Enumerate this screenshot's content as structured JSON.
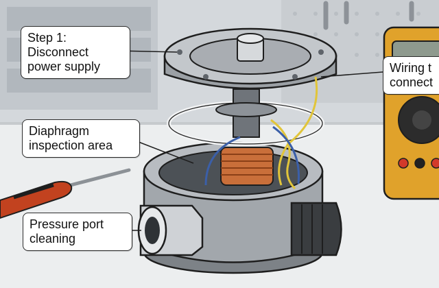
{
  "callouts": {
    "step1": {
      "line1": "Step 1:",
      "line2": "Disconnect",
      "line3": "power supply"
    },
    "wiring": {
      "line1": "Wiring t",
      "line2": "connect"
    },
    "diaphragm": {
      "line1": "Diaphragm",
      "line2": "inspection area"
    },
    "pressure_port": {
      "line1": "Pressure port",
      "line2": "cleaning"
    }
  },
  "colors": {
    "background": "#dfe2e4",
    "bench": "#eceeef",
    "metal": "#a9adb2",
    "metal_dark": "#6f747a",
    "coil_copper": "#c96f3a",
    "wire_yellow": "#e1c53a",
    "wire_blue": "#3b5fa8",
    "multimeter": "#e0a22b",
    "screwdriver_handle": "#c2421f",
    "callout_border": "#2b2b2b"
  },
  "icons": [
    "screwdriver-icon",
    "multimeter-icon",
    "pressure-switch-icon"
  ]
}
